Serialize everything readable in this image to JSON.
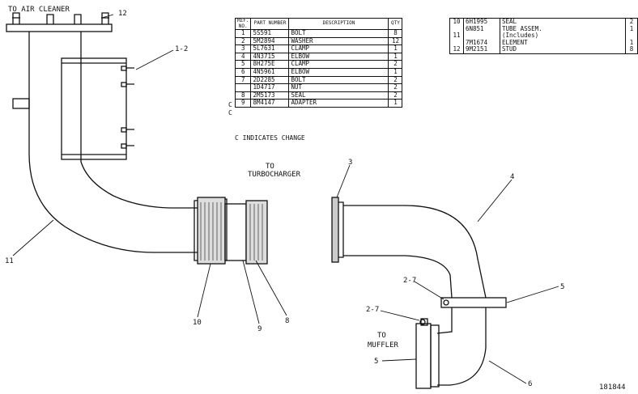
{
  "parts_table": {
    "headers": {
      "ref": "REF. NO.",
      "part": "PART NUMBER",
      "desc": "DESCRIPTION",
      "qty": "QTY"
    },
    "rows": [
      {
        "change": "",
        "ref": "1",
        "part": "5S591",
        "desc": "BOLT",
        "qty": "8"
      },
      {
        "change": "",
        "ref": "2",
        "part": "5M2894",
        "desc": "WASHER",
        "qty": "12"
      },
      {
        "change": "",
        "ref": "3",
        "part": "5L7631",
        "desc": "CLAMP",
        "qty": "1"
      },
      {
        "change": "",
        "ref": "4",
        "part": "4N3715",
        "desc": "ELBOW",
        "qty": "1"
      },
      {
        "change": "",
        "ref": "5",
        "part": "8H275E",
        "desc": "CLAMP",
        "qty": "2"
      },
      {
        "change": "",
        "ref": "6",
        "part": "4N5961",
        "desc": "ELBOW",
        "qty": "1"
      },
      {
        "change": "",
        "ref": "7",
        "part": "2D2285",
        "desc": "BOLT",
        "qty": "2"
      },
      {
        "change": "",
        "ref": "",
        "part": "1D4717",
        "desc": "NUT",
        "qty": "2"
      },
      {
        "change": "C",
        "ref": "8",
        "part": "2M5173",
        "desc": "SEAL",
        "qty": "2"
      },
      {
        "change": "C",
        "ref": "9",
        "part": "8M4147",
        "desc": "ADAPTER",
        "qty": "1"
      }
    ],
    "footnote": "C INDICATES CHANGE"
  },
  "parts_table_2": {
    "rows": [
      {
        "ref": "10",
        "part": "6H1995",
        "desc": "SEAL",
        "qty": "2"
      },
      {
        "ref": "",
        "part": "6N851",
        "desc": "TUBE ASSEM.",
        "qty": "1"
      },
      {
        "ref": "11",
        "part": "",
        "desc": "(Includes)",
        "qty": ""
      },
      {
        "ref": "",
        "part": "7M1674",
        "desc": "ELEMENT",
        "qty": "1"
      },
      {
        "ref": "12",
        "part": "9M2151",
        "desc": "STUD",
        "qty": "8"
      }
    ]
  },
  "labels": {
    "to_air_cleaner": "TO AIR CLEANER",
    "to": "TO",
    "turbocharger": "TURBOCHARGER",
    "muffler": "MUFFLER",
    "ref_12": "12",
    "ref_1_2": "1-2",
    "ref_11": "11",
    "ref_10": "10",
    "ref_9": "9",
    "ref_8": "8",
    "ref_3": "3",
    "ref_4": "4",
    "ref_5a": "5",
    "ref_5b": "5",
    "ref_6": "6",
    "ref_2_7a": "2-7",
    "ref_2_7b": "2-7",
    "figure_number": "181844"
  }
}
